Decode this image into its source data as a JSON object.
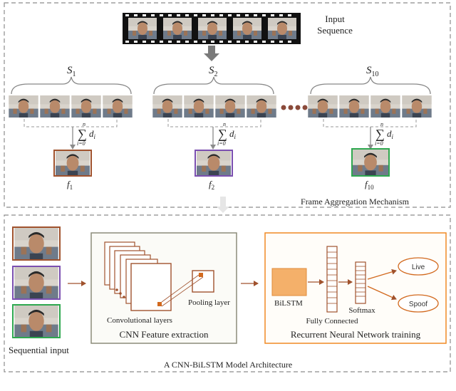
{
  "top": {
    "input_label_line1": "Input",
    "input_label_line2": "Sequence",
    "segment_labels": [
      {
        "base": "S",
        "sub": "1"
      },
      {
        "base": "S",
        "sub": "2"
      },
      {
        "base": "S",
        "sub": "10"
      }
    ],
    "sum_symbol": "∑",
    "sum_upper": "n",
    "sum_lower": "i=0",
    "sum_term": "d",
    "sum_term_sub": "i",
    "frame_labels": [
      {
        "base": "f",
        "sub": "1"
      },
      {
        "base": "f",
        "sub": "2"
      },
      {
        "base": "f",
        "sub": "10"
      }
    ],
    "caption": "Frame Aggregation Mechanism"
  },
  "bottom": {
    "sequential_input": "Sequential input",
    "conv_layers": "Convolutional layers",
    "pooling_layer": "Pooling layer",
    "cnn_title": "CNN Feature extraction",
    "bilstm": "BiLSTM",
    "fully_connected": "Fully Connected",
    "softmax": "Softmax",
    "live": "Live",
    "spoof": "Spoof",
    "rnn_title": "Recurrent Neural Network training",
    "caption": "A CNN-BiLSTM Model Architecture"
  },
  "colors": {
    "brown": "#a0522d",
    "orange": "#f0a04b",
    "orange_border": "#f08a24",
    "purple": "#7b4fb0",
    "green": "#2ea84f",
    "gray": "#8c8c8c",
    "olive_border": "#8c8c7a"
  }
}
